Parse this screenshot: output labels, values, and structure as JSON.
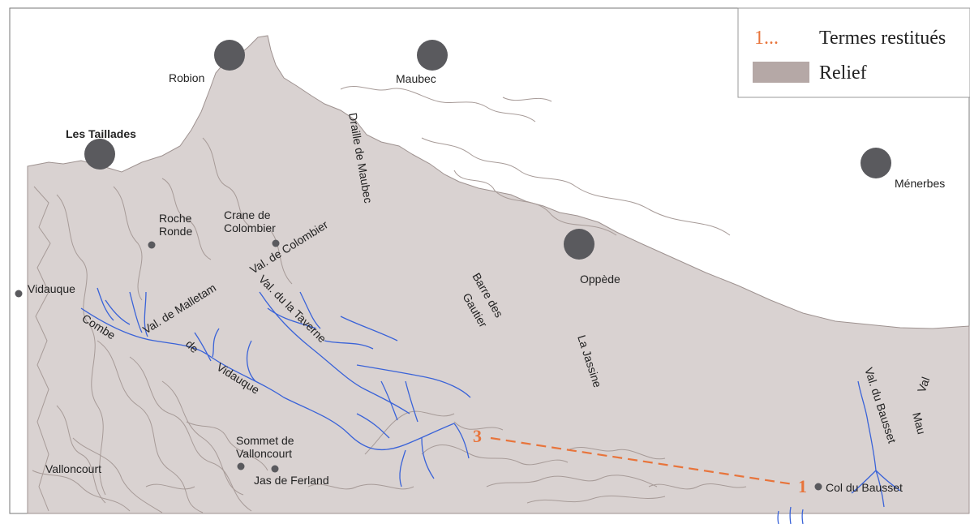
{
  "legend": {
    "terms_symbol": "1...",
    "terms_label": "Termes restitués",
    "relief_label": "Relief"
  },
  "villages": {
    "robion": "Robion",
    "maubec": "Maubec",
    "les_taillades": "Les Taillades",
    "menerbes": "Ménerbes",
    "oppede": "Oppède"
  },
  "places": {
    "vidauque": "Vidauque",
    "roche": "Roche",
    "ronde": "Ronde",
    "crane_de": "Crane de",
    "colombier": "Colombier",
    "sommet_de": "Sommet de",
    "valloncourt_peak": "Valloncourt",
    "jas_de_ferland": "Jas de Ferland",
    "valloncourt": "Valloncourt",
    "col_du_bausset": "Col du Bausset"
  },
  "features": {
    "draille_de_maubec": "Draille de Maubec",
    "val_de_colombier": "Val. de Colombier",
    "val_de_malletam": "Val. de Malletam",
    "val_du_la_taverne": "Val. du la Taverne",
    "combe": "Combe",
    "de": "de",
    "vidauque": "Vidauque",
    "barre_des": "Barre des",
    "gautier": "Gautier",
    "la_jassine": "La Jassine",
    "val_du_bausset": "Val. du Bausset",
    "mau": "Mau",
    "val": "Val"
  },
  "terms": {
    "term_3": "3",
    "term_1": "1"
  },
  "colors": {
    "relief": "#d9d2d1",
    "relief_legend": "#b5a8a6",
    "contour": "#a79b98",
    "river": "#3a63d8",
    "village_dot": "#5a5a5e",
    "term_line": "#e8743b"
  }
}
